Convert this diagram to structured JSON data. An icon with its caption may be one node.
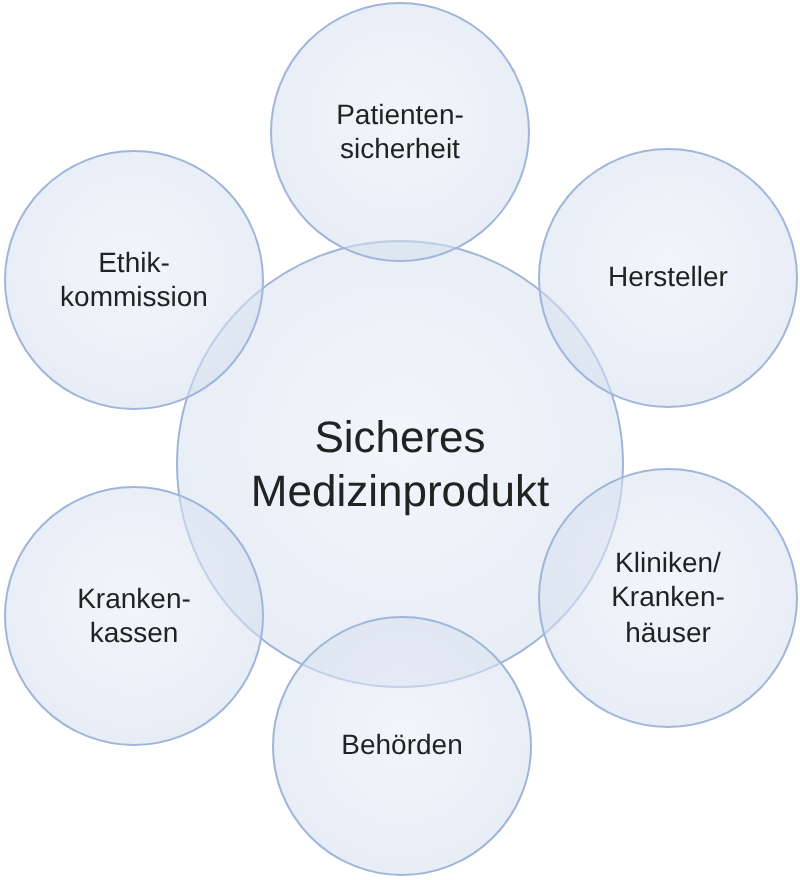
{
  "diagram": {
    "nodes": [
      {
        "text": [
          "Sicheres Medizinprodukt"
        ]
      },
      {
        "text": [
          "Patienten- sicherheit"
        ]
      },
      {
        "text": [
          "Hersteller"
        ]
      },
      {
        "text": [
          "Kliniken/ Kranken- häuser"
        ]
      },
      {
        "text": [
          "Behörden"
        ]
      },
      {
        "text": [
          "Kranken- kassen"
        ]
      },
      {
        "text": [
          "Ethik- kommission"
        ]
      }
    ]
  }
}
